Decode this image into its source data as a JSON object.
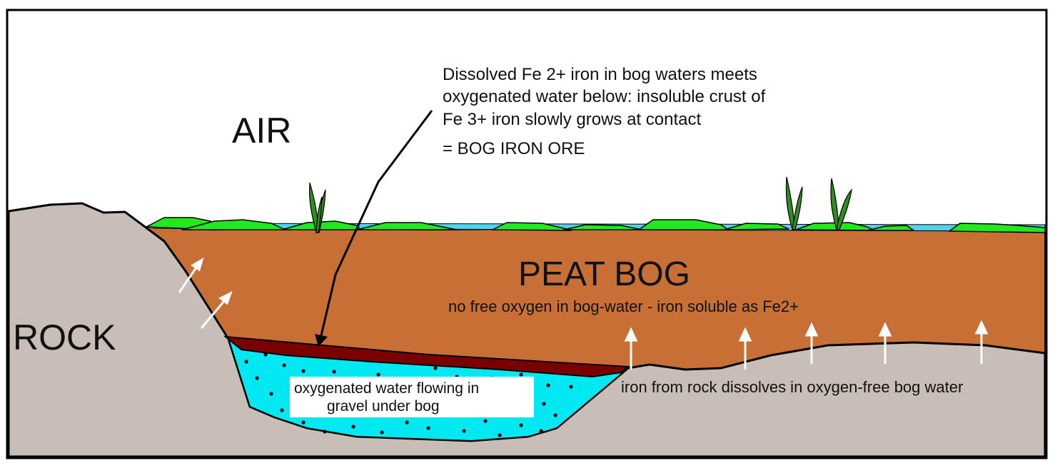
{
  "labels": {
    "air": "AIR",
    "rock": "ROCK",
    "peat_bog": "PEAT BOG",
    "peat_note": "no free oxygen in bog-water - iron soluble as Fe2+",
    "annotation": [
      "Dissolved Fe 2+  iron in bog waters meets",
      "oxygenated water below: insoluble crust of",
      "Fe 3+ iron slowly grows at contact",
      "= BOG IRON ORE"
    ],
    "gravel": [
      "oxygenated water flowing in",
      "gravel under bog"
    ],
    "rock_note": "iron from rock dissolves in oxygen-free bog water"
  },
  "colors": {
    "rock": "#c9bdb8",
    "peat": "#c86f35",
    "bog_iron": "#7a0000",
    "water_gravel": "#00e8f2",
    "surface_water": "#4fd3f0",
    "vegetation": "#22e81e",
    "reeds": "#2d8f1e"
  }
}
